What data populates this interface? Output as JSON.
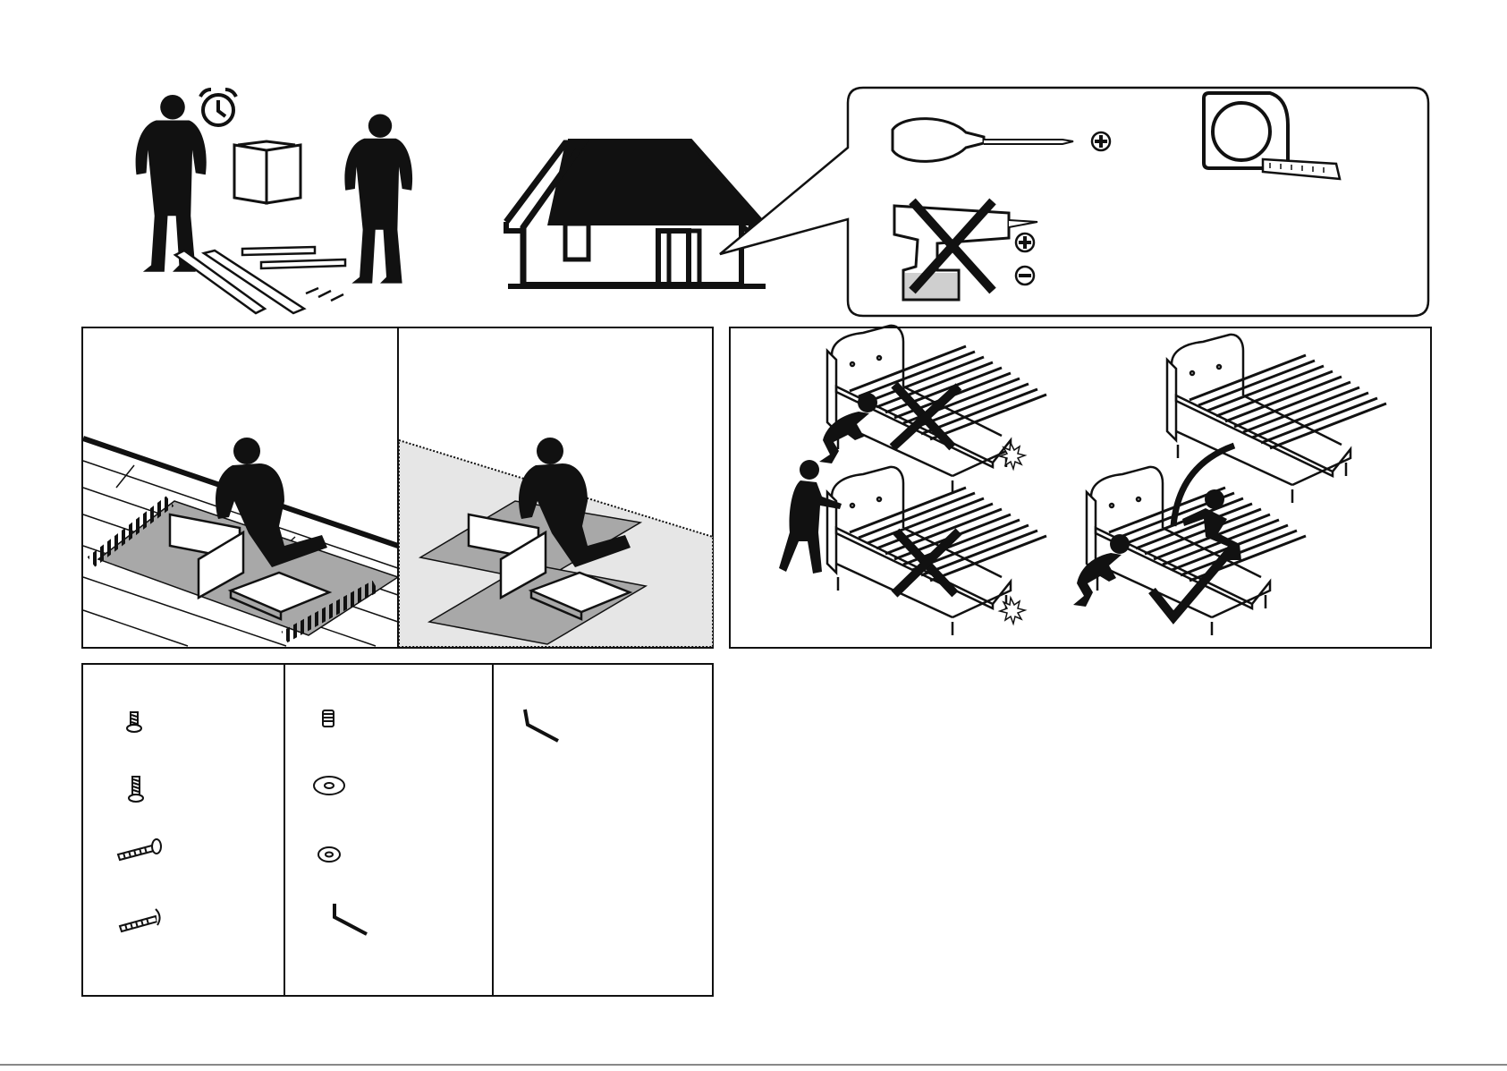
{
  "document": {
    "type": "assembly-instructions",
    "text": []
  },
  "colors": {
    "ink": "#111111",
    "rug": "#a8a8a8",
    "carpet": "#e6e6e6",
    "paper": "#ffffff"
  },
  "icons": [
    "two-people-icon",
    "alarm-clock-icon",
    "open-manual-icon",
    "parts-planks-icon",
    "house-icon",
    "phillips-screwdriver-icon",
    "tape-measure-icon",
    "power-drill-forbidden-icon",
    "phillips-bit-icon",
    "flat-bit-icon",
    "hardware-screw-icon",
    "barrel-nut-icon",
    "washer-icon",
    "allen-key-icon",
    "bed-frame-icon",
    "person-lifting-icon",
    "cross-mark-icon",
    "check-mark-icon"
  ],
  "hardware": {
    "column_1": [
      "short-bolt",
      "short-bolt",
      "long-screw",
      "long-screw"
    ],
    "column_2": [
      "barrel-nut",
      "large-washer",
      "small-washer",
      "allen-key"
    ],
    "column_3": [
      "allen-key"
    ]
  }
}
